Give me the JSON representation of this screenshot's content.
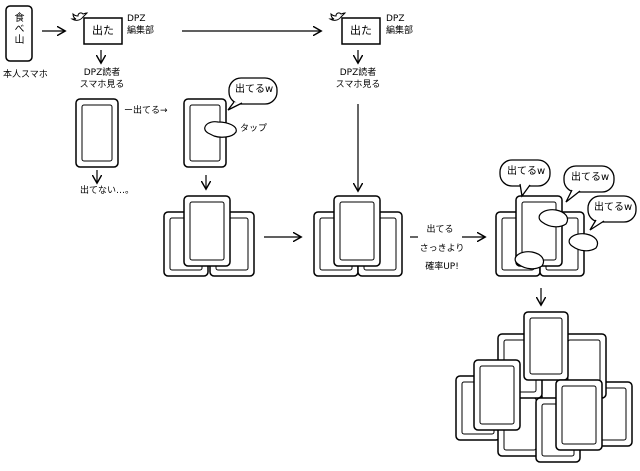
{
  "diagram": {
    "first_phone": {
      "text": "食べ山",
      "caption": "本人スマホ"
    },
    "tweet_label": "出た",
    "account": [
      "DPZ",
      "編集部"
    ],
    "reader_caption": [
      "DPZ読者",
      "スマホ見る"
    ],
    "not_shown": "出てない…。",
    "shown": "ー出てる→",
    "tap": "タップ",
    "bubble": "出てるw",
    "effect": [
      "出てる",
      "さっきより",
      "確率UP!"
    ]
  }
}
